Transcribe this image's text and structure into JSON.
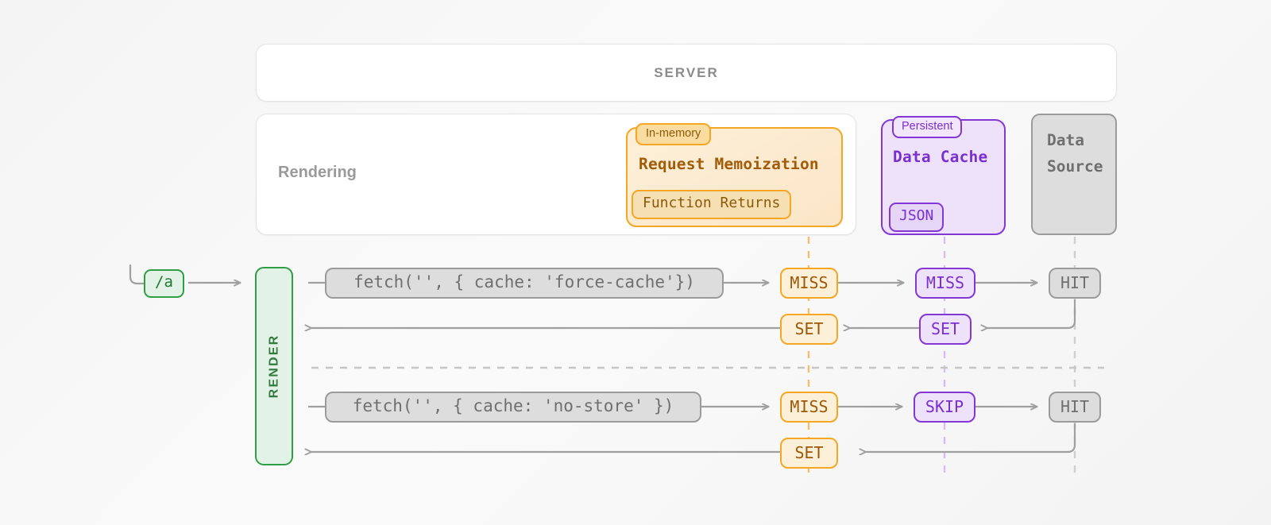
{
  "diagram": {
    "title": "Next.js caching: Request Memoization, Data Cache and Data Source during server render",
    "background_color": "#f5f5f5"
  },
  "server": {
    "label": "SERVER"
  },
  "rendering_panel": {
    "label": "Rendering"
  },
  "request_memoization": {
    "badge": "In-memory",
    "title": "Request Memoization",
    "chip": "Function Returns",
    "accent_color": "#f5a623",
    "fill_color": "#fdf0d8",
    "text_color": "#a35b06"
  },
  "data_cache": {
    "badge": "Persistent",
    "title": "Data Cache",
    "chip": "JSON",
    "accent_color": "#8338d6",
    "fill_color": "#eee2fa",
    "text_color": "#7a2fcf"
  },
  "data_source": {
    "title_line1": "Data",
    "title_line2": "Source",
    "accent_color": "#9b9b9b",
    "fill_color": "#dddddd",
    "text_color": "#6f6f6f"
  },
  "route": {
    "label": "/a",
    "accent_color": "#2f9e44",
    "fill_color": "#e3f2e6",
    "text_color": "#1d7a31"
  },
  "render_bar": {
    "label": "RENDER",
    "accent_color": "#2f9e44",
    "fill_color": "#e3f2e6",
    "text_color": "#2f7a3c"
  },
  "flows": [
    {
      "id": "force-cache",
      "fetch_call": "fetch('', { cache: 'force-cache'})",
      "memoization_request": "MISS",
      "memoization_response": "SET",
      "data_cache_request": "MISS",
      "data_cache_response": "SET",
      "data_source_result": "HIT"
    },
    {
      "id": "no-store",
      "fetch_call": "fetch('', { cache: 'no-store' })",
      "memoization_request": "MISS",
      "memoization_response": "SET",
      "data_cache_request": "SKIP",
      "data_cache_response": null,
      "data_source_result": "HIT"
    }
  ],
  "wire_colors": {
    "solid": "#a0a0a0",
    "dashed_gray": "#c6c6c6",
    "dashed_orange": "#f3c06a",
    "dashed_purple": "#d6bdf1"
  }
}
